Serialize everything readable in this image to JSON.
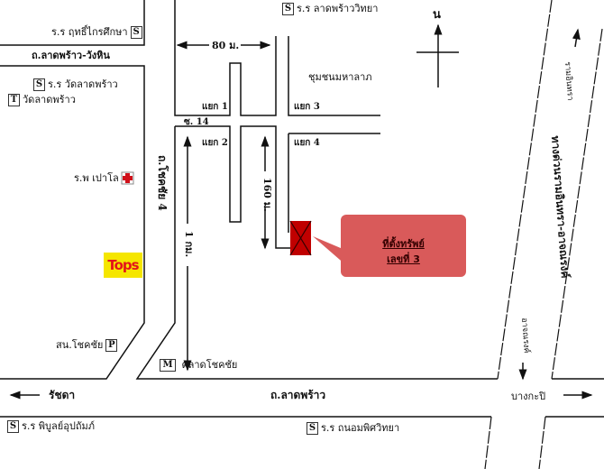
{
  "labels": {
    "school_rit": "ร.ร ฤทธิ์ไกรศึกษา",
    "road_ladprao_wanghin": "ถ.ลาดพร้าว-วังหิน",
    "school_wat_ladprao": "ร.ร วัดลาดพร้าว",
    "temple_wat_ladprao": "วัดลาดพร้าว",
    "hospital": "ร.พ เปาโล",
    "tops_logo": "Tops",
    "police_station": "สน.โชคชัย",
    "market": "ตลาดโชคชัย",
    "school_ladprao_wittaya": "ร.ร ลาดพร้าววิทยา",
    "community": "ชุมชนมหาลาภ",
    "distance_80": "80 ม.",
    "distance_160": "160 ม.",
    "distance_1km": "1 กม.",
    "junction_1": "แยก 1",
    "junction_2": "แยก 2",
    "junction_3": "แยก 3",
    "junction_4": "แยก 4",
    "soi_14": "ซ. 14",
    "road_chokchai4": "ถ.โชคชัย 4",
    "north": "น",
    "property_line1": "ที่ตั้งทรัพย์",
    "property_line2": "เลขที่ 3",
    "expressway": "ทางด่วนรามอินทรา-อาจณรงค์",
    "to_ramintra": "รามอินทรา",
    "to_artnarong": "อาจณรงค์",
    "to_ratchada": "รัชดา",
    "road_ladprao": "ถ.ลาดพร้าว",
    "to_bangkapi": "บางกะปิ",
    "school_piboon": "ร.ร พิบูลย์อุปถัมภ์",
    "school_thanom": "ร.ร ถนอมพิศวิทยา"
  },
  "icons": {
    "school": "S",
    "temple": "T",
    "police": "P",
    "market": "M"
  },
  "colors": {
    "property": "#c00000",
    "callout": "#d95a5a",
    "hospital_cross": "#d0101a"
  }
}
